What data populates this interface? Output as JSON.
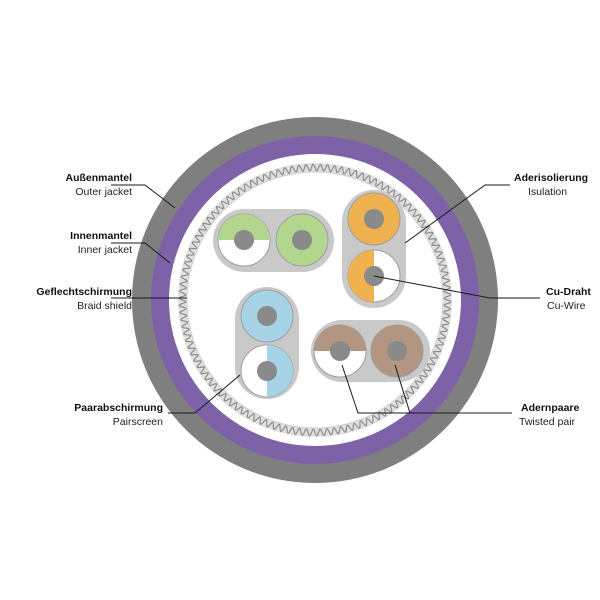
{
  "labels": {
    "outer_jacket": {
      "title": "Außenmantel",
      "subtitle": "Outer jacket"
    },
    "inner_jacket": {
      "title": "Innenmantel",
      "subtitle": "Inner jacket"
    },
    "braid_shield": {
      "title": "Geflechtschirmung",
      "subtitle": "Braid shield"
    },
    "pairscreen": {
      "title": "Paarabschirmung",
      "subtitle": "Pairscreen"
    },
    "insulation": {
      "title": "Aderisolierung",
      "subtitle": "Isulation"
    },
    "cu_wire": {
      "title": "Cu-Draht",
      "subtitle": "Cu-Wire"
    },
    "twisted_pair": {
      "title": "Adernpaare",
      "subtitle": "Twisted pair"
    }
  },
  "colors": {
    "outer_jacket": "#7f7f7f",
    "inner_jacket": "#7d62a7",
    "braid": "#9b9b9b",
    "filler": "#ffffff",
    "pair_screen": "#c9c9c9",
    "conductor": "#8a8a8a",
    "green": "#b3d68f",
    "orange": "#f0b14f",
    "blue": "#a6d4e6",
    "brown": "#b29681",
    "white": "#ffffff"
  }
}
